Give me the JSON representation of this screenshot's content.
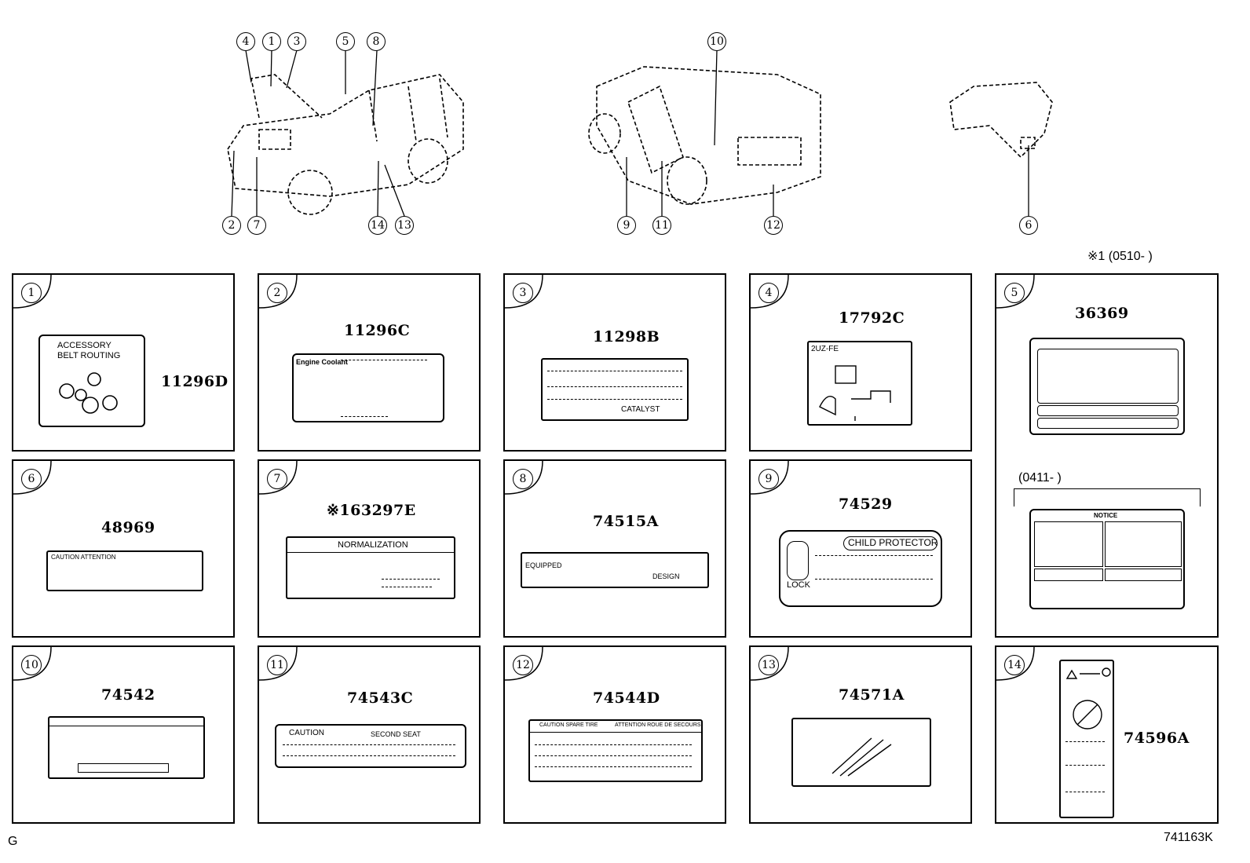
{
  "header_note": "※1 (0510-      )",
  "footer": {
    "left": "G",
    "right": "741163K"
  },
  "callouts": [
    "4",
    "1",
    "3",
    "5",
    "8",
    "2",
    "7",
    "14",
    "13",
    "10",
    "9",
    "11",
    "12",
    "6"
  ],
  "panels": [
    {
      "num": "1",
      "part": "11296D",
      "label_lines": [
        "ACCESSORY",
        "BELT ROUTING"
      ]
    },
    {
      "num": "2",
      "part": "11296C",
      "label_text": "Engine Coolant"
    },
    {
      "num": "3",
      "part": "11298B",
      "label_text": "CATALYST"
    },
    {
      "num": "4",
      "part": "17792C",
      "label_text": "2UZ-FE"
    },
    {
      "num": "5",
      "part": "36369",
      "sub_note": "(0411-      )",
      "label_text": "NOTICE"
    },
    {
      "num": "6",
      "part": "48969",
      "label_text": "CAUTION ATTENTION"
    },
    {
      "num": "7",
      "part": "※163297E",
      "label_text": "NORMALIZATION"
    },
    {
      "num": "8",
      "part": "74515A",
      "label_left": "EQUIPPED",
      "label_right": "DESIGN"
    },
    {
      "num": "9",
      "part": "74529",
      "label_text": "CHILD PROTECTOR",
      "lock_text": "LOCK"
    },
    {
      "num": "10",
      "part": "74542"
    },
    {
      "num": "11",
      "part": "74543C",
      "label_left": "CAUTION",
      "label_right": "SECOND SEAT"
    },
    {
      "num": "12",
      "part": "74544D",
      "label_left": "CAUTION SPARE TIRE",
      "label_right": "ATTENTION ROUE DE SECOURS"
    },
    {
      "num": "13",
      "part": "74571A"
    },
    {
      "num": "14",
      "part": "74596A"
    }
  ]
}
